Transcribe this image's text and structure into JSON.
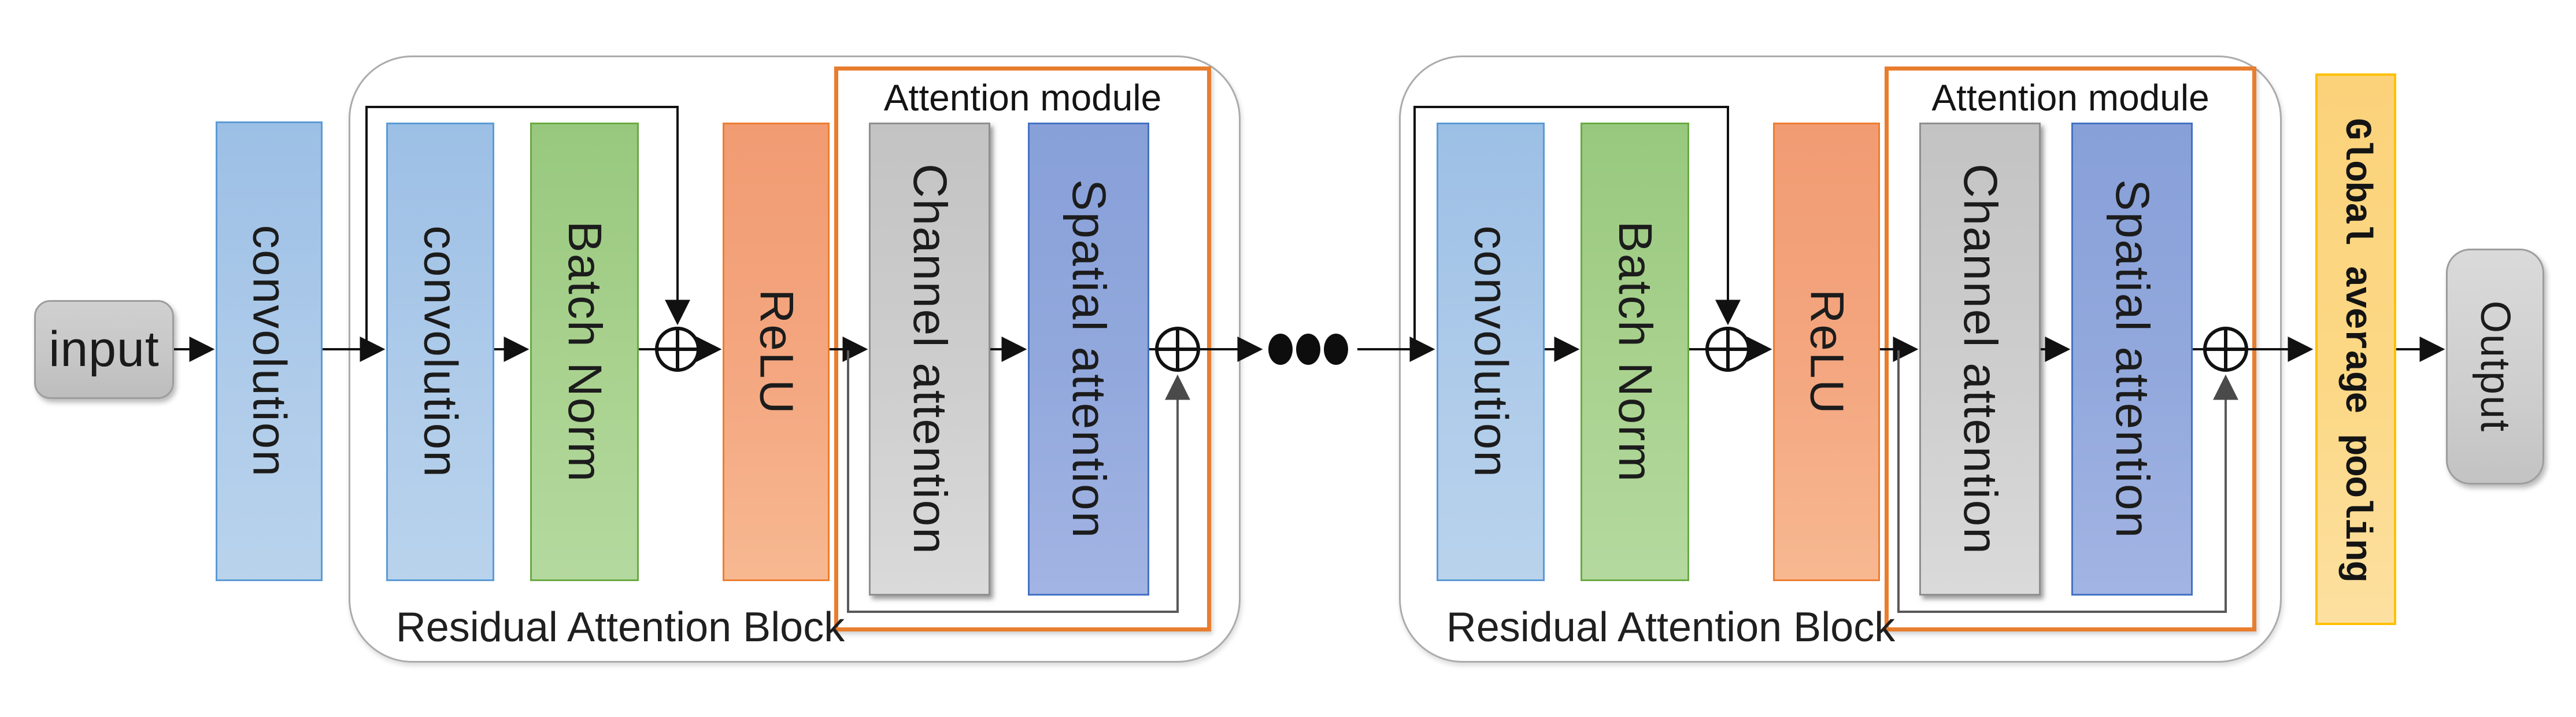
{
  "diagram": {
    "input": {
      "label": "input"
    },
    "stem": {
      "label": "convolution"
    },
    "blocks": [
      {
        "title": "Residual Attention Block",
        "conv": "convolution",
        "batch_norm": "Batch Norm",
        "relu": "ReLU",
        "attention": {
          "title": "Attention module",
          "channel": "Channel attention",
          "spatial": "Spatial attention"
        }
      },
      {
        "title": "Residual Attention Block",
        "conv": "convolution",
        "batch_norm": "Batch Norm",
        "relu": "ReLU",
        "attention": {
          "title": "Attention module",
          "channel": "Channel attention",
          "spatial": "Spatial attention"
        }
      }
    ],
    "gap": {
      "label": "Global average pooling"
    },
    "output": {
      "label": "Output"
    },
    "icons": {
      "sum_node": "circle-plus",
      "ellipsis": "three-dots"
    },
    "colors": {
      "convolution_fill": "#aecbea",
      "convolution_border": "#5b9bd5",
      "batch_norm_fill": "#a9d28f",
      "batch_norm_border": "#6aaa43",
      "relu_fill": "#f4a780",
      "relu_border": "#ed7d31",
      "channel_fill": "#cecece",
      "channel_border": "#8f8f8f",
      "spatial_fill": "#93a9dd",
      "spatial_border": "#4472c4",
      "pooling_fill": "#fcd885",
      "pooling_border": "#ffc000",
      "module_border": "#e87d2e",
      "block_border": "#ababab",
      "io_fill": "#c9c9c9",
      "flow_line": "#111111",
      "attention_skip_line": "#595959"
    }
  }
}
